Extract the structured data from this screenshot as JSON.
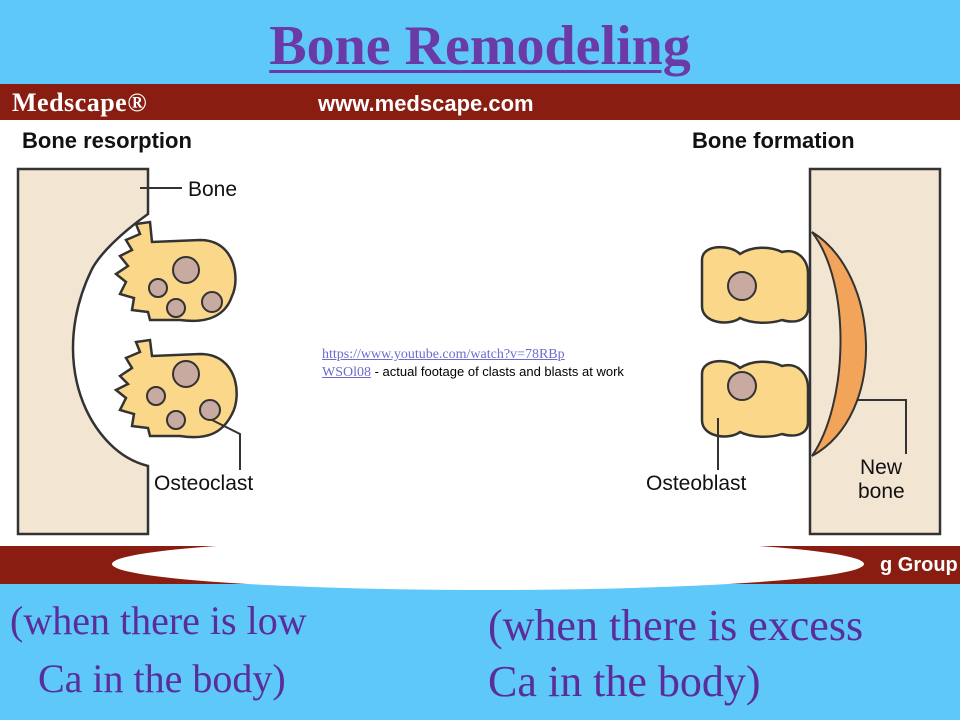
{
  "title": "Bone Remodeling",
  "figure": {
    "brand": "Medscape®",
    "url": "www.medscape.com",
    "left_heading": "Bone resorption",
    "right_heading": "Bone formation",
    "labels": {
      "bone": "Bone",
      "osteoclast": "Osteoclast",
      "osteoblast": "Osteoblast",
      "new_bone_1": "New",
      "new_bone_2": "bone"
    },
    "footer_partial": "g Group"
  },
  "link": {
    "url": "https://www.youtube.com/watch?v=78RBpWSOl08",
    "url_line1": "https://www.youtube.com/watch?v=78RBp",
    "url_line2": "WSOl08",
    "description": " - actual footage of clasts and blasts at work"
  },
  "captions": {
    "left_line1": "(when there is low",
    "left_line2": "Ca in the body)",
    "right_line1": "(when there is excess",
    "right_line2": "Ca in the body)"
  },
  "colors": {
    "background": "#5ec8f8",
    "title": "#6a3aa6",
    "header_bar": "#8a1d12",
    "bone": "#f2e6d3",
    "cell_fill": "#fbd78a",
    "nucleus": "#c9aaa0",
    "new_bone": "#f2a45a"
  }
}
